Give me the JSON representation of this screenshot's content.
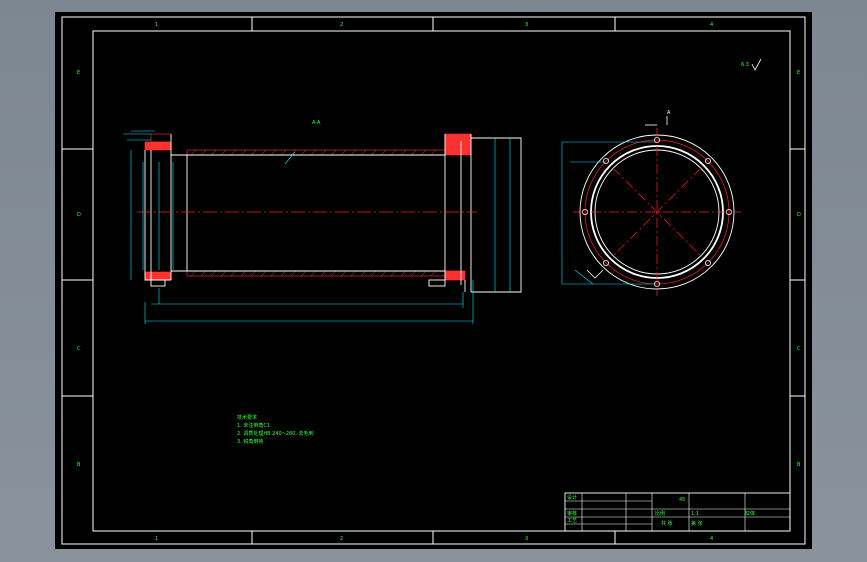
{
  "colors": {
    "frame": "#ffffff",
    "outline": "#ffffff",
    "centerline": "#ff2020",
    "hatch": "#ff3030",
    "dimension": "#00e5ff",
    "label": "#33ff33",
    "note": "#33ff33"
  },
  "border_refs": {
    "top": [
      "1",
      "2",
      "3",
      "4"
    ],
    "bottom": [
      "1",
      "2",
      "3",
      "4"
    ],
    "left": [
      "E",
      "D",
      "C",
      "B"
    ],
    "right": [
      "E",
      "D",
      "C",
      "B"
    ]
  },
  "section_labels": {
    "front_view": "A-A",
    "side_view_arrow": "A"
  },
  "roughness": "6.3",
  "technical_notes": {
    "title": "技术要求",
    "items": [
      "1. 未注倒角C1",
      "2. 调质处理HB 240~280, 去毛刺",
      "3. 锐角倒钝"
    ]
  },
  "title_block": {
    "designer_label": "设计",
    "checker_label": "审核",
    "process_label": "工艺",
    "material": "45",
    "scale_label": "比例",
    "scale_value": "1:1",
    "sheet_label": "共 张",
    "sheet_of": "第 张",
    "part_name": "缸体"
  }
}
